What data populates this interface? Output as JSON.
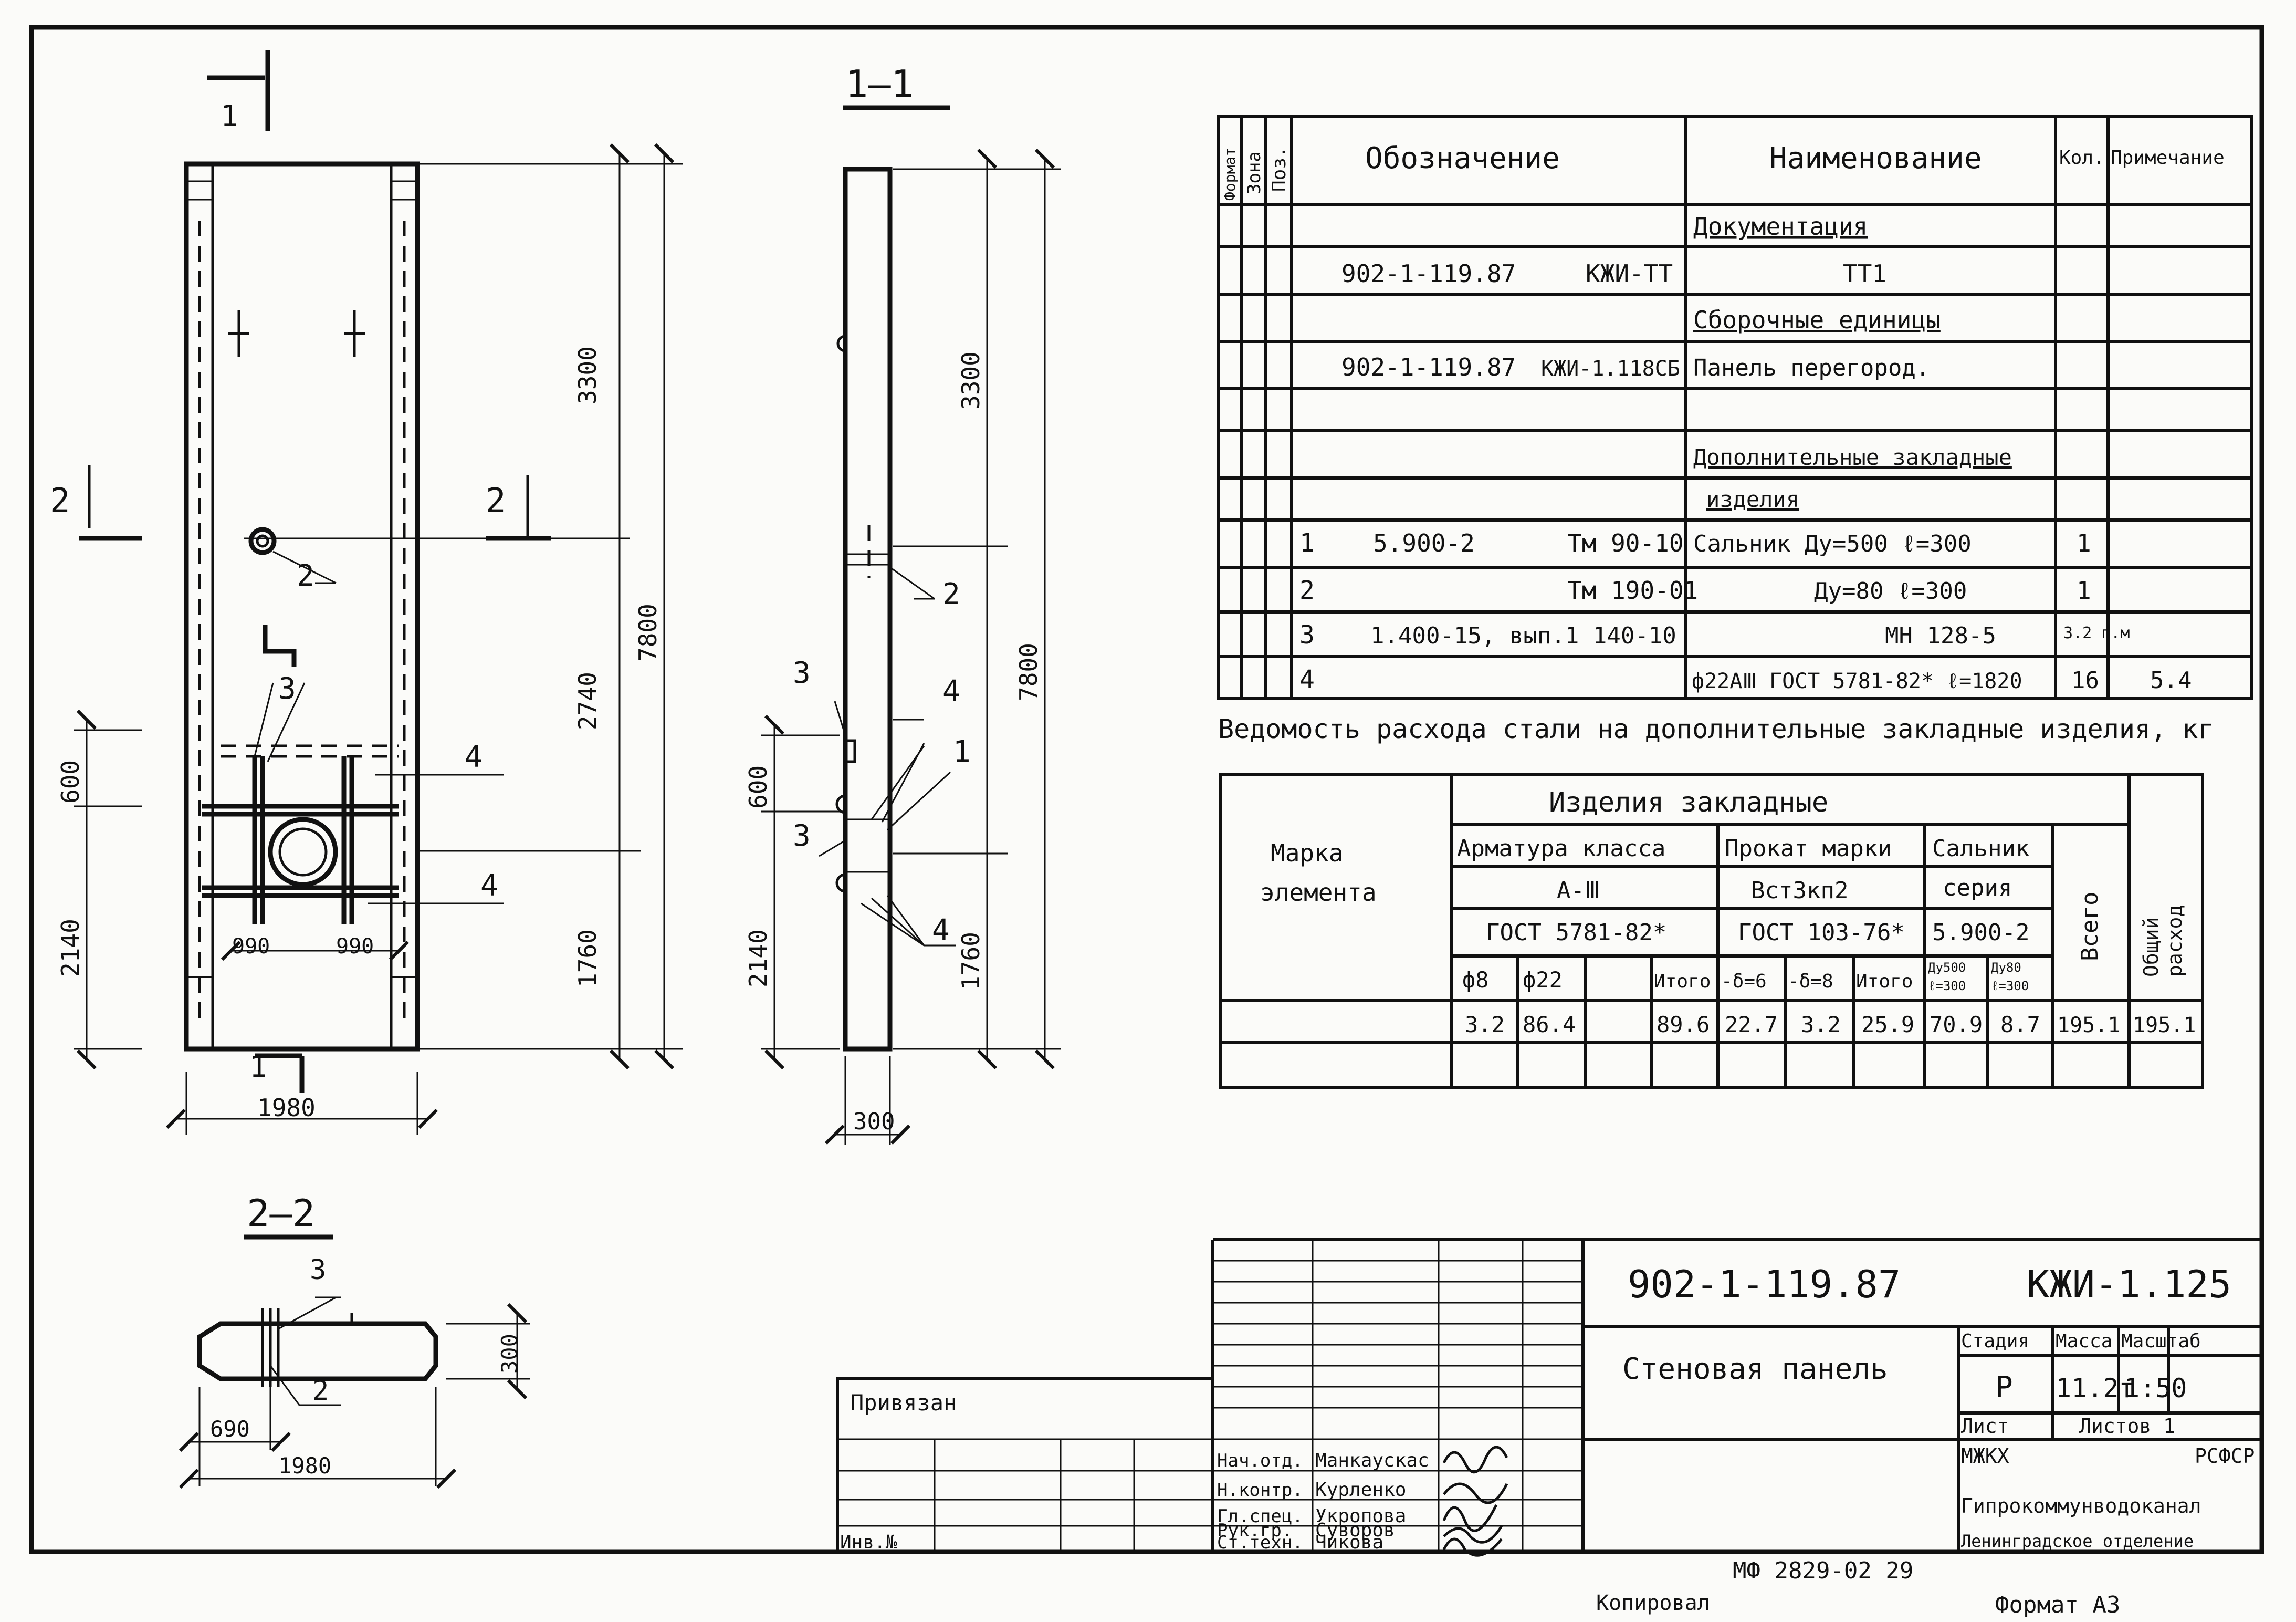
{
  "front": {
    "cut_mark_1": "1",
    "cut_mark_2": "2",
    "callout_2": "2",
    "callout_3": "3",
    "callout_4": "4",
    "dim_990": "990",
    "dim_width": "1980",
    "dim_3300": "3300",
    "dim_2740": "2740",
    "dim_1760": "1760",
    "dim_7800": "7800",
    "dim_600": "600",
    "dim_2140": "2140"
  },
  "section_1_1": {
    "title": "1—1",
    "callout_1": "1",
    "callout_2": "2",
    "callout_3": "3",
    "callout_4": "4",
    "dim_300": "300",
    "dim_3300": "3300",
    "dim_7800": "7800",
    "dim_1760": "1760",
    "dim_600": "600",
    "dim_2140": "2140"
  },
  "section_2_2": {
    "title": "2—2",
    "callout_2": "2",
    "callout_3": "3",
    "dim_690": "690",
    "dim_1980": "1980",
    "dim_300": "300"
  },
  "spec": {
    "headers": [
      "Формат",
      "Зона",
      "Поз.",
      "Обозначение",
      "Наименование",
      "Кол.",
      "Примечание"
    ],
    "rows": [
      {
        "name": "Документация"
      },
      {
        "designation": "902-1-119.87",
        "code": "КЖИ-ТТ",
        "name": "ТТ1"
      },
      {
        "name": "Сборочные единицы"
      },
      {
        "designation": "902-1-119.87",
        "code": "КЖИ-1.118СБ",
        "name": "Панель перегород."
      },
      {
        "name": "Дополнительные закладные"
      },
      {
        "name": "изделия"
      }
    ],
    "items": [
      {
        "pos": "1",
        "designation": "5.900-2",
        "code": "Тм 90-10",
        "name": "Сальник Ду=500  ℓ=300",
        "qty": "1"
      },
      {
        "pos": "2",
        "code": "Тм 190-01",
        "name": "Ду=80  ℓ=300",
        "qty": "1"
      },
      {
        "pos": "3",
        "designation": "1.400-15, вып.1  140-10",
        "name": "МН 128-5",
        "qty": "3.2 п.м"
      },
      {
        "pos": "4",
        "name": "ф22АⅢ ГОСТ 5781-82* ℓ=1820",
        "qty": "16",
        "note": "5.4"
      }
    ]
  },
  "steel": {
    "title": "Ведомость расхода стали на дополнительные закладные изделия, кг",
    "header_group": "Изделия закладные",
    "mark_header": [
      "Марка",
      "элемента"
    ],
    "groups": [
      {
        "name": "Арматура класса",
        "class": "А-Ⅲ",
        "gost": "ГОСТ 5781-82*"
      },
      {
        "name": "Прокат марки",
        "class": "Вст3кп2",
        "gost": "ГОСТ 103-76*"
      },
      {
        "name": "Сальник",
        "class": "серия",
        "gost": "5.900-2"
      }
    ],
    "total_header": "Всего",
    "overall_header": [
      "Общий",
      "расход"
    ],
    "subcols": [
      "ф8",
      "ф22",
      "",
      "Итого",
      "-δ=6",
      "-δ=8",
      "Итого",
      "Ду500",
      "ℓ=300",
      "Ду80",
      "ℓ=300"
    ],
    "values": [
      "3.2",
      "86.4",
      "",
      "89.6",
      "22.7",
      "3.2",
      "25.9",
      "70.9",
      "8.7",
      "195.1",
      "195.1"
    ]
  },
  "title_block": {
    "doc_number": "902-1-119.87",
    "doc_code": "КЖИ-1.125",
    "title": "Стеновая панель",
    "stage_header": "Стадия",
    "mass_header": "Масса",
    "scale_header": "Масштаб",
    "stage": "Р",
    "mass": "11.2т",
    "scale": "1:50",
    "sheet": "Лист",
    "sheets": "Листов 1",
    "org": [
      "МЖКХ",
      "РСФСР",
      "Гипрокоммунводоканал",
      "Ленинградское отделение"
    ],
    "people": [
      {
        "role": "Нач.отд.",
        "name": "Манкаускас"
      },
      {
        "role": "Н.контр.",
        "name": "Курленко"
      },
      {
        "role": "Гл.спец.",
        "name": "Укропова"
      },
      {
        "role": "Рук.гр.",
        "name": "Суворов"
      },
      {
        "role": "Ст.техн.",
        "name": "Чикова"
      }
    ],
    "bound_label": "Привязан",
    "inventory_label": "Инв.№"
  },
  "footer": {
    "stamp": "МФ 2829-02  29",
    "copied": "Копировал",
    "format": "Формат А3"
  }
}
